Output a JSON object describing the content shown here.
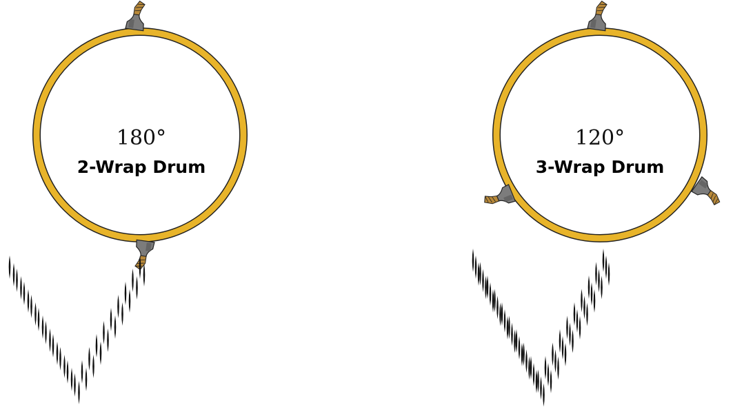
{
  "colors": {
    "drum_ring": "#e8b42a",
    "drum_outline": "#222222",
    "tooth_body": "#7c7c7c",
    "tooth_tip": "#b8893a",
    "pattern_mark": "#111111"
  },
  "drums": [
    {
      "angle_label": "180°",
      "title": "2-Wrap Drum",
      "tool_count": 2,
      "tool_spacing_degrees": 180
    },
    {
      "angle_label": "120°",
      "title": "3-Wrap Drum",
      "tool_count": 3,
      "tool_spacing_degrees": 120
    }
  ],
  "icons": {
    "tool": "cutting-tooth-icon",
    "pattern_mark": "cut-mark-icon"
  }
}
